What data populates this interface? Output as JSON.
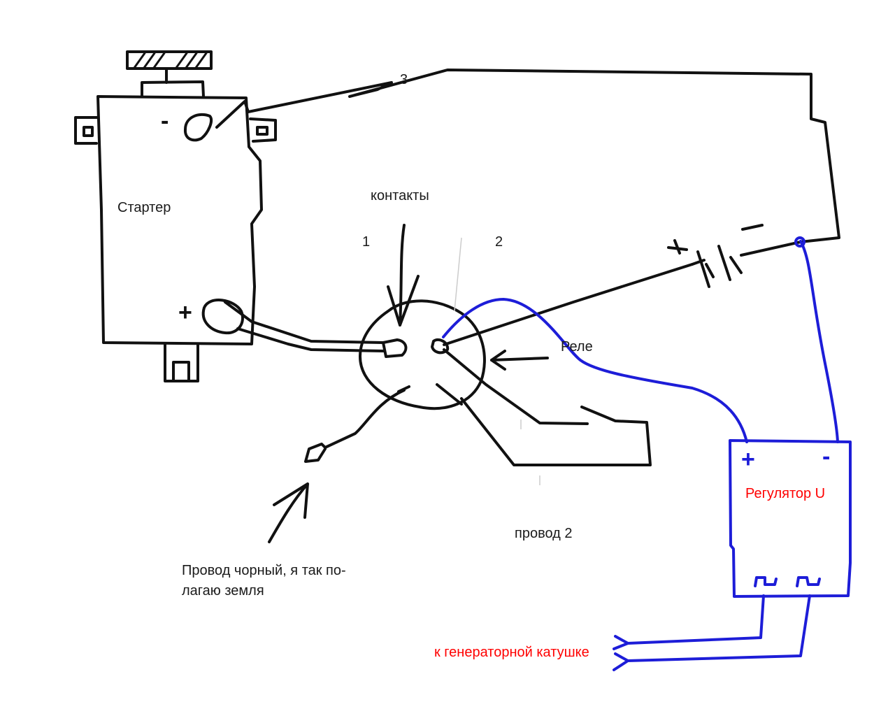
{
  "labels": {
    "starter": "Стартер",
    "contacts": "контакты",
    "contact_1": "1",
    "contact_2": "2",
    "wire_3": "3",
    "relay": "Реле",
    "wire_2": "провод 2",
    "black_wire": "Провод чорный, я так по- лагаю земля",
    "regulator": "Регулятор U",
    "generator_coil": "к генераторной катушке"
  },
  "signs": {
    "starter_minus": "-",
    "starter_plus": "+",
    "battery_plus": "+",
    "battery_minus": "-",
    "regulator_plus": "+",
    "regulator_minus": "-"
  },
  "colors": {
    "ink": "#111111",
    "wire_blue": "#1d1dd8",
    "label_red": "#ff0000"
  }
}
